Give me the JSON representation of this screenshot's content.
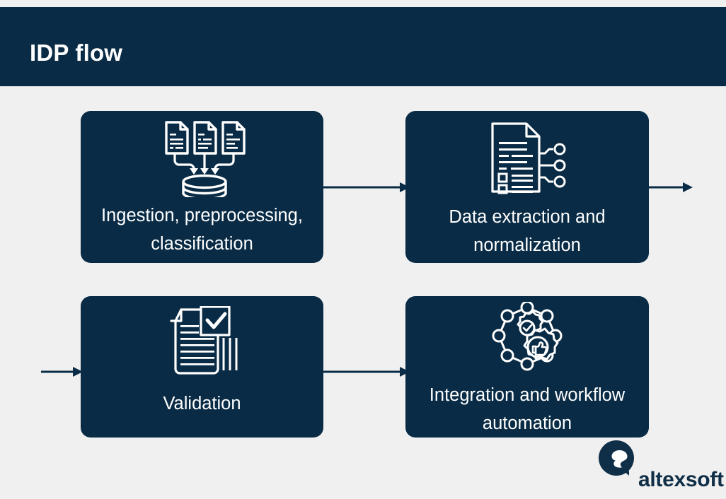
{
  "header": {
    "title": "IDP flow",
    "background_color": "#092B45",
    "text_color": "#FFFFFF"
  },
  "canvas": {
    "background_color": "#F0F0F0"
  },
  "diagram": {
    "type": "flow",
    "card_color": "#092B45",
    "card_text_color": "#FFFFFF",
    "arrow_color": "#092B45",
    "steps": [
      {
        "id": "ingestion",
        "label": "Ingestion, preprocessing, classification",
        "label_line_1": "Ingestion, preprocessing,",
        "label_line_2": "classification",
        "icon": "documents-to-database-icon"
      },
      {
        "id": "extraction",
        "label": "Data extraction and normalization",
        "label_line_1": "Data extraction and",
        "label_line_2": "normalization",
        "icon": "document-data-nodes-icon"
      },
      {
        "id": "validation",
        "label": "Validation",
        "label_line_1": "Validation",
        "label_line_2": "",
        "icon": "document-checkmark-icon"
      },
      {
        "id": "integration",
        "label": "Integration and workflow automation",
        "label_line_1": "Integration and workflow",
        "label_line_2": "automation",
        "icon": "network-gears-icon"
      }
    ],
    "connectors": [
      {
        "id": "ingestion-to-extraction",
        "direction": "right"
      },
      {
        "id": "extraction-to-offscreen",
        "direction": "right"
      },
      {
        "id": "offscreen-to-validation",
        "direction": "right"
      },
      {
        "id": "validation-to-integration",
        "direction": "right"
      }
    ]
  },
  "brand": {
    "name": "altexsoft",
    "color": "#0F2E47"
  }
}
